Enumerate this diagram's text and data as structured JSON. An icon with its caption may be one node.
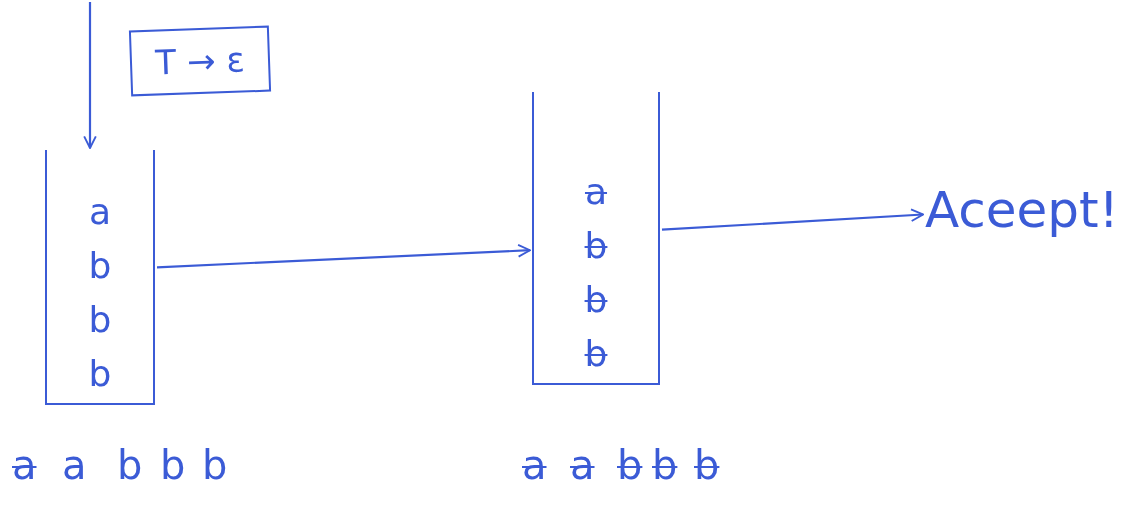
{
  "diagram": {
    "nodes": [
      {
        "text": [
          "T → ε"
        ]
      },
      {
        "text": [
          "a",
          "b",
          "b",
          "b"
        ],
        "beside": [
          "a",
          "a",
          "b",
          "b",
          "b"
        ]
      },
      {
        "text": [
          "a",
          "b",
          "b",
          "b"
        ],
        "beside": [
          "a",
          "a",
          "b",
          "b",
          "b"
        ]
      },
      {
        "text": [
          "Aceept!"
        ]
      }
    ],
    "edges": [
      {
        "from": null,
        "to": 1,
        "arrow": "to"
      },
      {
        "from": 1,
        "to": 2,
        "arrow": "to"
      },
      {
        "from": 2,
        "to": 3,
        "arrow": "to"
      }
    ]
  }
}
